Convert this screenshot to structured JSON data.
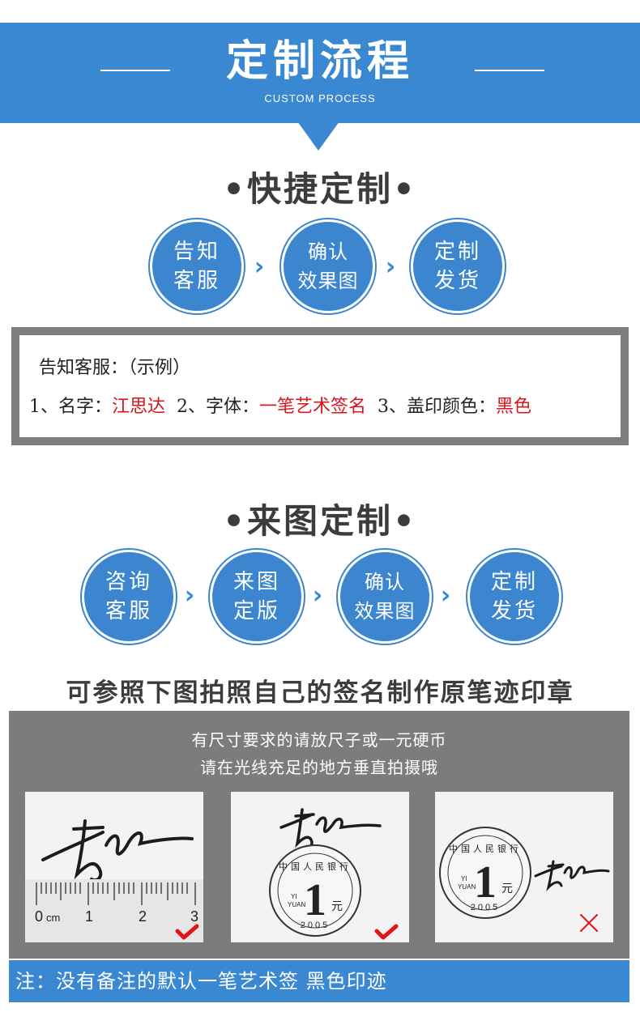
{
  "header": {
    "title": "定制流程",
    "subtitle": "CUSTOM PROCESS"
  },
  "quick": {
    "title": "•快捷定制•",
    "steps": [
      {
        "line1": "告知",
        "line2": "客服"
      },
      {
        "line1": "确认",
        "line2": "效果图"
      },
      {
        "line1": "定制",
        "line2": "发货"
      }
    ],
    "separator": "›"
  },
  "example": {
    "heading": "告知客服：（示例）",
    "name_label": "1、名字：",
    "name_value": "江思达",
    "font_label": "2、字体：",
    "font_value": "一笔艺术签名",
    "color_label": "3、盖印颜色：",
    "color_value": "黑色"
  },
  "picture": {
    "title": "•来图定制•",
    "steps": [
      {
        "line1": "咨询",
        "line2": "客服"
      },
      {
        "line1": "来图",
        "line2": "定版"
      },
      {
        "line1": "确认",
        "line2": "效果图"
      },
      {
        "line1": "定制",
        "line2": "发货"
      }
    ],
    "separator": "›"
  },
  "notice": "可参照下图拍照自己的签名制作原笔迹印章",
  "photo_panel": {
    "line1": "有尺寸要求的请放尺子或一元硬币",
    "line2": "请在光线充足的地方垂直拍摄哦",
    "ruler_unit": "cm",
    "ruler_ticks": [
      "0",
      "1",
      "2",
      "3"
    ],
    "coin": {
      "top_text": "中国人民银行",
      "denomination": "1",
      "yi": "YI",
      "yuan": "YUAN",
      "yuan_cn": "元",
      "year": "2005"
    },
    "marks": [
      "check",
      "check",
      "cross"
    ]
  },
  "footer": "注：没有备注的默认一笔艺术签   黑色印迹",
  "colors": {
    "brand_blue": "#3a88d2",
    "panel_gray": "#7c7c7c",
    "highlight_red": "#d8141c"
  }
}
